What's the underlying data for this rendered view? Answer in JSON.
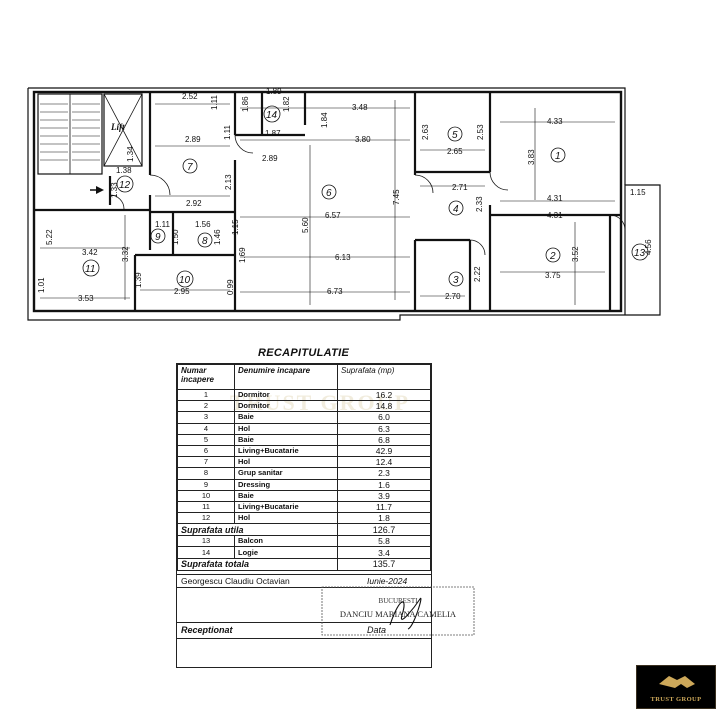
{
  "plan": {
    "rooms": [
      {
        "id": "1",
        "label": "1"
      },
      {
        "id": "2",
        "label": "2"
      },
      {
        "id": "3",
        "label": "3"
      },
      {
        "id": "4",
        "label": "4"
      },
      {
        "id": "5",
        "label": "5"
      },
      {
        "id": "6",
        "label": "6"
      },
      {
        "id": "7",
        "label": "7"
      },
      {
        "id": "8",
        "label": "8"
      },
      {
        "id": "9",
        "label": "9"
      },
      {
        "id": "10",
        "label": "10"
      },
      {
        "id": "11",
        "label": "11"
      },
      {
        "id": "12",
        "label": "12"
      },
      {
        "id": "13",
        "label": "13"
      },
      {
        "id": "14",
        "label": "14"
      }
    ],
    "lift_label": "Lift",
    "dimensions": [
      "1.89",
      "1.82",
      "1.86",
      "3.48",
      "2.52",
      "1.11",
      "1.84",
      "2.89",
      "1.11",
      "1.87",
      "3.80",
      "2.89",
      "1.34",
      "2.63",
      "2.53",
      "2.65",
      "4.33",
      "3.83",
      "1.38",
      "1.33",
      "2.13",
      "2.92",
      "2.71",
      "4.31",
      "1.15",
      "7.45",
      "2.33",
      "4.31",
      "1.11",
      "1.56",
      "1.15",
      "1.50",
      "1.46",
      "6.57",
      "5.60",
      "5.22",
      "3.42",
      "3.32",
      "6.13",
      "1.69",
      "3.52",
      "4.56",
      "2.22",
      "3.75",
      "1.01",
      "0.99",
      "1.39",
      "2.95",
      "6.73",
      "2.70",
      "3.53"
    ]
  },
  "recap": {
    "title": "RECAPITULATIE",
    "col_num": "Numar incapere",
    "col_name": "Denumire incapare",
    "col_area": "Suprafata (mp)",
    "rows": [
      {
        "num": "1",
        "name": "Dormitor",
        "area": "16.2"
      },
      {
        "num": "2",
        "name": "Dormitor",
        "area": "14.8"
      },
      {
        "num": "3",
        "name": "Baie",
        "area": "6.0"
      },
      {
        "num": "4",
        "name": "Hol",
        "area": "6.3"
      },
      {
        "num": "5",
        "name": "Baie",
        "area": "6.8"
      },
      {
        "num": "6",
        "name": "Living+Bucatarie",
        "area": "42.9"
      },
      {
        "num": "7",
        "name": "Hol",
        "area": "12.4"
      },
      {
        "num": "8",
        "name": "Grup sanitar",
        "area": "2.3"
      },
      {
        "num": "9",
        "name": "Dressing",
        "area": "1.6"
      },
      {
        "num": "10",
        "name": "Baie",
        "area": "3.9"
      },
      {
        "num": "11",
        "name": "Living+Bucatarie",
        "area": "11.7"
      },
      {
        "num": "12",
        "name": "Hol",
        "area": "1.8"
      }
    ],
    "util_label": "Suprafata utila",
    "util_value": "126.7",
    "extra_rows": [
      {
        "num": "13",
        "name": "Balcon",
        "area": "5.8"
      },
      {
        "num": "14",
        "name": "Logie",
        "area": "3.4"
      }
    ],
    "total_label": "Suprafata totala",
    "total_value": "135.7",
    "author": "Georgescu Claudiu Octavian",
    "date": "Iunie-2024",
    "stamp_line1": "BUCURESTI",
    "stamp_name": "DANCIU MARIANA CAMELIA",
    "receptionat": "Receptionat",
    "data_label": "Data"
  },
  "brand": {
    "watermark": "TRUST GROUP",
    "logo_text": "TRUST GROUP",
    "gold": "#cda85a"
  }
}
